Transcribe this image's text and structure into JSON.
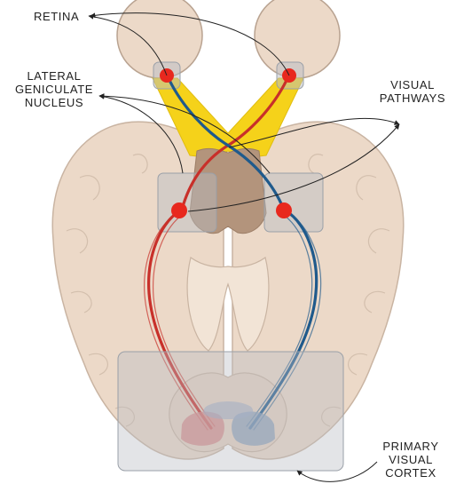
{
  "labels": {
    "retina": "RETINA",
    "lgn": [
      "LATERAL",
      "GENICULATE",
      "NUCLEUS"
    ],
    "pathways": [
      "VISUAL",
      "PATHWAYS"
    ],
    "cortex": [
      "PRIMARY",
      "VISUAL",
      "CORTEX"
    ]
  },
  "colors": {
    "brain": "#ecd9c8",
    "brain_outline": "#c9b4a2",
    "chiasm": "#f5d21a",
    "brainstem": "#b3947c",
    "right_eye_path": "#c8302a",
    "left_eye_path": "#1f5a8c",
    "highlight_box": "#b8bcc4",
    "node": "#e8281e"
  }
}
